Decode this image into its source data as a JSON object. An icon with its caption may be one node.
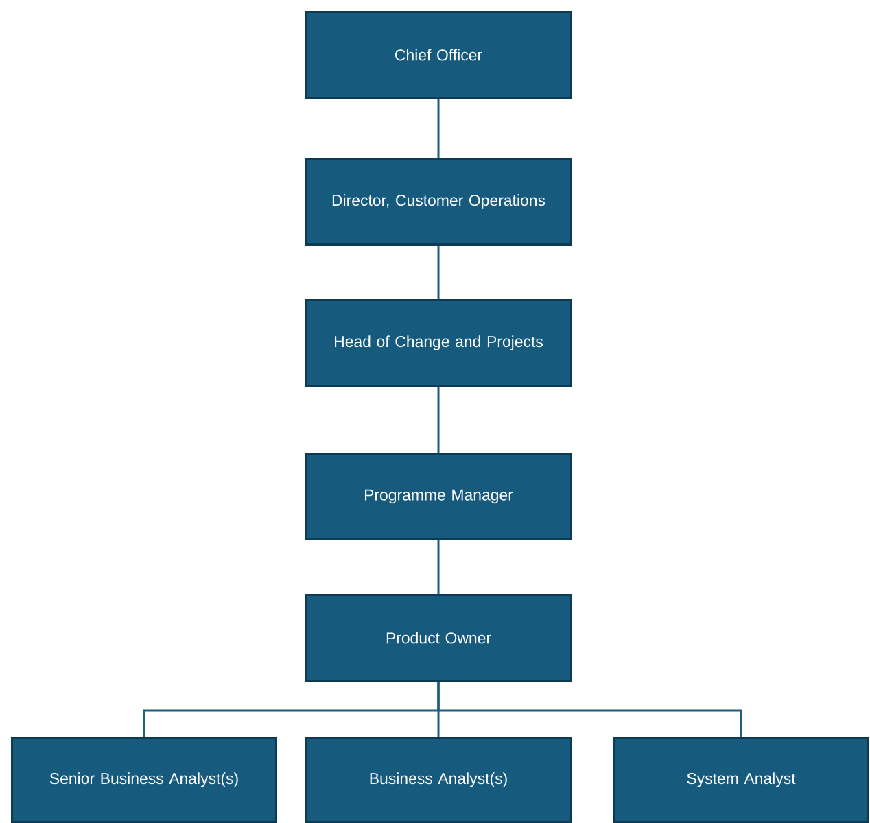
{
  "diagram": {
    "nodes": [
      {
        "text": [
          "Chief Officer"
        ]
      },
      {
        "text": [
          "Director, Customer Operations"
        ]
      },
      {
        "text": [
          "Head of Change and Projects"
        ]
      },
      {
        "text": [
          "Programme Manager"
        ]
      },
      {
        "text": [
          "Product Owner"
        ]
      },
      {
        "text": [
          "Senior Business Analyst(s)"
        ]
      },
      {
        "text": [
          "Business Analyst(s)"
        ]
      },
      {
        "text": [
          "System Analyst"
        ]
      }
    ],
    "edges": [
      {
        "from": 0,
        "to": 1,
        "arrow": "none"
      },
      {
        "from": 1,
        "to": 2,
        "arrow": "none"
      },
      {
        "from": 2,
        "to": 3,
        "arrow": "none"
      },
      {
        "from": 3,
        "to": 4,
        "arrow": "none"
      },
      {
        "from": 4,
        "to": 5,
        "arrow": "none"
      },
      {
        "from": 4,
        "to": 6,
        "arrow": "none"
      },
      {
        "from": 4,
        "to": 7,
        "arrow": "none"
      }
    ]
  }
}
